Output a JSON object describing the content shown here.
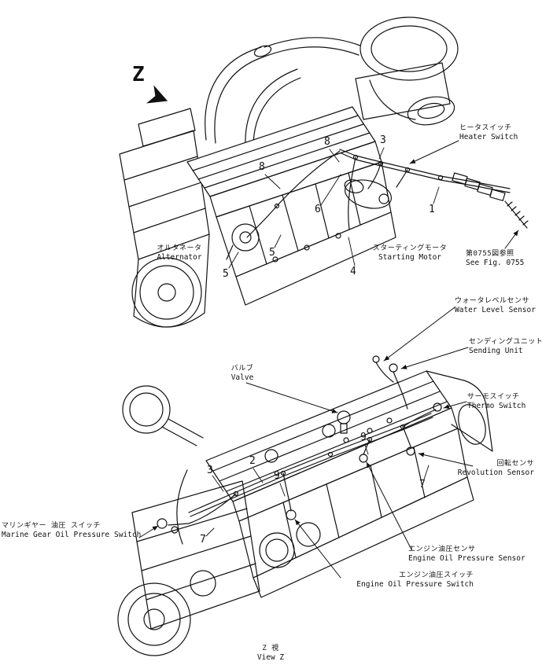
{
  "page": {
    "background": "#ffffff",
    "ink_color": "#111111",
    "view_marker": "Z",
    "view_caption": {
      "jp": "Z  視",
      "en": "View Z"
    }
  },
  "callouts": {
    "heater_switch": {
      "jp": "ヒータスイッチ",
      "en": "Heater Switch"
    },
    "alternator": {
      "jp": "オルタネータ",
      "en": "Alternator"
    },
    "starting_motor": {
      "jp": "スターティングモータ",
      "en": "Starting Motor"
    },
    "see_fig_0755": {
      "jp": "第0755図参照",
      "en": "See Fig. 0755"
    },
    "water_level_sensor": {
      "jp": "ウォータレベルセンサ",
      "en": "Water Level Sensor"
    },
    "sending_unit": {
      "jp": "センディングユニット",
      "en": "Sending Unit"
    },
    "valve": {
      "jp": "バルブ",
      "en": "Valve"
    },
    "thermo_switch": {
      "jp": "サーモスイッチ",
      "en": "Thermo Switch"
    },
    "revolution_sensor": {
      "jp": "回転センサ",
      "en": "Revolution Sensor"
    },
    "marine_gear_oil_pressure_switch": {
      "jp": "マリンギヤー 油圧 スイッチ",
      "en": "Marine Gear Oil Pressure Switch"
    },
    "engine_oil_pressure_sensor": {
      "jp": "エンジン油圧センサ",
      "en": "Engine Oil Pressure Sensor"
    },
    "engine_oil_pressure_switch": {
      "jp": "エンジン油圧スイッチ",
      "en": "Engine Oil Pressure Switch"
    }
  },
  "part_numbers": {
    "top_view": [
      "8",
      "3",
      "8",
      "6",
      "1",
      "5",
      "5",
      "4"
    ],
    "bottom_view": [
      "3",
      "2",
      "9",
      "9",
      "7",
      "7"
    ]
  }
}
